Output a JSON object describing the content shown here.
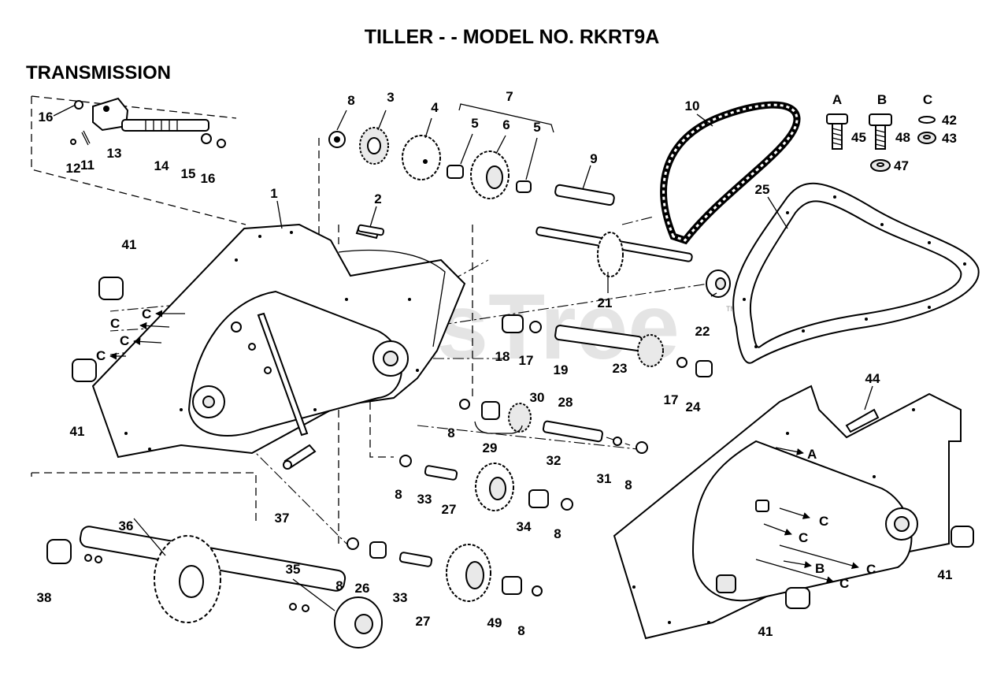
{
  "header": {
    "title": "TILLER - - MODEL NO. RKRT9A",
    "section": "TRANSMISSION"
  },
  "watermark": "PartsTree",
  "trademark": "TM",
  "legend": {
    "a": {
      "letter": "A",
      "bolt": "45"
    },
    "b": {
      "letter": "B",
      "bolt": "48"
    },
    "c": {
      "letter": "C",
      "washer": "42",
      "nut": "43",
      "spacer": "47"
    }
  },
  "arrow_labels": {
    "c": "C",
    "a": "A",
    "b": "B"
  },
  "parts": {
    "p1": "1",
    "p2": "2",
    "p3": "3",
    "p4": "4",
    "p5": "5",
    "p6": "6",
    "p7": "7",
    "p8": "8",
    "p9": "9",
    "p10": "10",
    "p11": "11",
    "p12": "12",
    "p13": "13",
    "p14": "14",
    "p15": "15",
    "p16": "16",
    "p17": "17",
    "p18": "18",
    "p19": "19",
    "p21": "21",
    "p22": "22",
    "p23": "23",
    "p24": "24",
    "p25": "25",
    "p26": "26",
    "p27": "27",
    "p28": "28",
    "p29": "29",
    "p30": "30",
    "p31": "31",
    "p32": "32",
    "p33": "33",
    "p34": "34",
    "p35": "35",
    "p36": "36",
    "p37": "37",
    "p38": "38",
    "p41": "41",
    "p44": "44",
    "p49": "49"
  }
}
